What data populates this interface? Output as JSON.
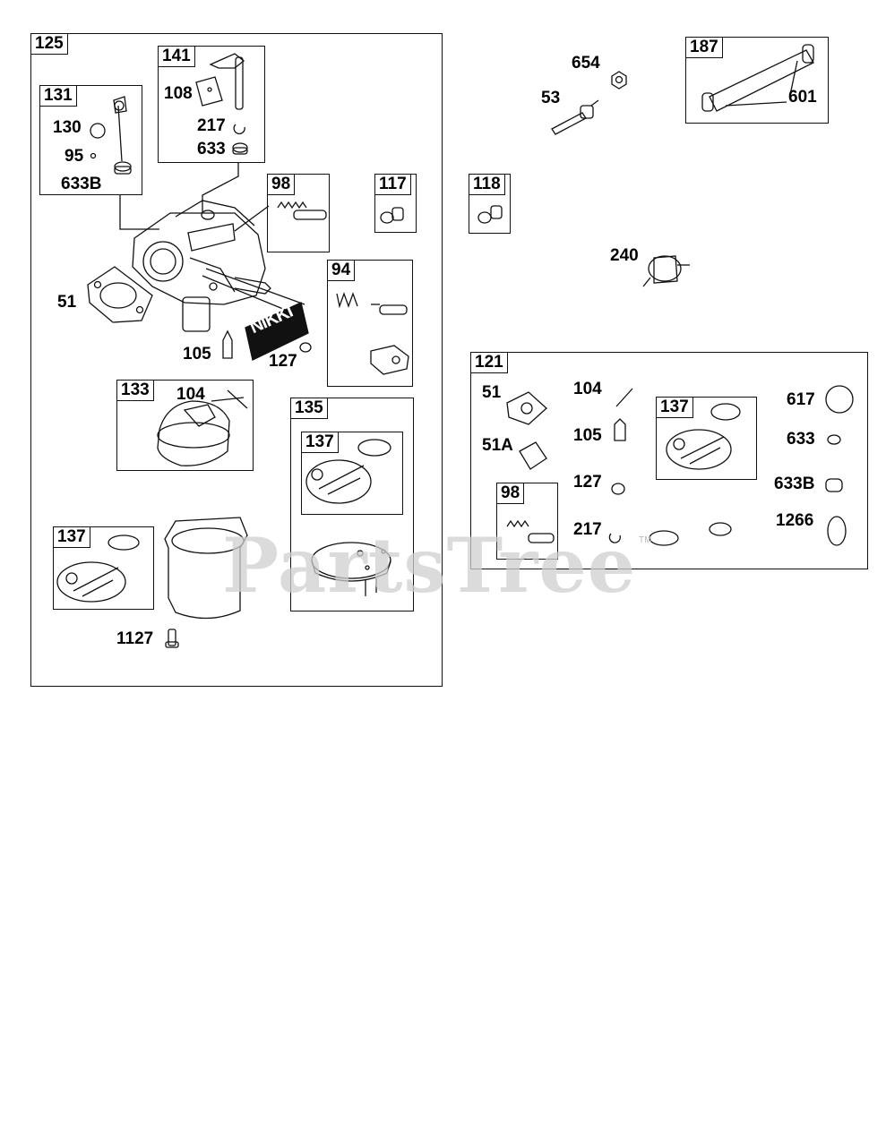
{
  "watermark": {
    "text": "PartsTree",
    "tm": "TM"
  },
  "main_kit": {
    "id": "125",
    "subassemblies": {
      "choke_shaft": {
        "id": "131",
        "parts": [
          "130",
          "95",
          "633B"
        ]
      },
      "throttle": {
        "id": "141",
        "parts": [
          "108",
          "217",
          "633"
        ]
      },
      "needle_98": {
        "id": "98"
      },
      "screw_117": {
        "id": "117"
      },
      "idle_valve": {
        "id": "94"
      },
      "float": {
        "id": "133",
        "pin": "104"
      },
      "bowl": {
        "id": "135",
        "gasket_kit": "137"
      },
      "gasket_kit": {
        "id": "137"
      }
    },
    "loose_parts": {
      "gasket": "51",
      "jet": "105",
      "washer": "127",
      "screw": "1127"
    },
    "decal": "NIKKI"
  },
  "right_parts": {
    "nut": "654",
    "fitting": "53",
    "fuel_line": {
      "id": "187",
      "clamp": "601"
    },
    "screw_118": {
      "id": "118"
    },
    "fuel_filter": "240"
  },
  "overhaul_kit": {
    "id": "121",
    "parts": {
      "gasket": "51",
      "gasket_a": "51A",
      "pin": "104",
      "jet": "105",
      "washer": "127",
      "clip": "217",
      "oring_617": "617",
      "seal_633": "633",
      "seal_633b": "633B",
      "oring_1266": "1266"
    },
    "needle_kit": "98",
    "gasket_kit": "137"
  }
}
